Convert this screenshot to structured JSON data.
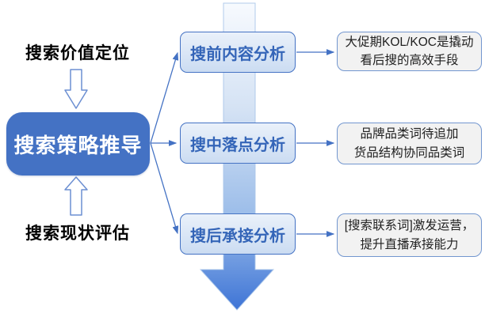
{
  "flow": {
    "left": {
      "top_label": "搜索价值定位",
      "main_box_label": "搜索策略推导",
      "bottom_label": "搜索现状评估"
    },
    "stages": [
      {
        "label": "搜前内容分析",
        "insight_line1": "大促期KOL/KOC是撬动",
        "insight_line2": "看后搜的高效手段"
      },
      {
        "label": "搜中落点分析",
        "insight_line1": "品牌品类词待追加",
        "insight_line2": "货品结构协同品类词"
      },
      {
        "label": "搜后承接分析",
        "insight_line1": "[搜索联系词]激发运营，",
        "insight_line2": "提升直播承接能力"
      }
    ],
    "icons": {
      "big_flow_arrow": "big-down-arrow",
      "hollow_down_arrow": "down-arrow",
      "hollow_up_arrow": "up-arrow",
      "connector_arrowhead": "right-arrowhead"
    },
    "colors": {
      "accent_blue": "#4472C4",
      "main_box_fill": "#4472C4",
      "main_box_text": "#FFFFFF",
      "stage_fill_top": "#EAF1FA",
      "stage_fill_bottom": "#CBDCF2",
      "stage_border": "#4472C4",
      "stage_text": "#3465B8",
      "insight_fill": "#F2F2F2",
      "insight_border": "#7296CF",
      "insight_text": "#1F1F1F",
      "big_arrow_gradient_top": "#F7FAFE",
      "big_arrow_gradient_bottom": "#3E74D6",
      "hollow_arrow_stroke": "#6C8FD2",
      "side_label_text": "#000000",
      "background": "#FFFFFF"
    }
  }
}
